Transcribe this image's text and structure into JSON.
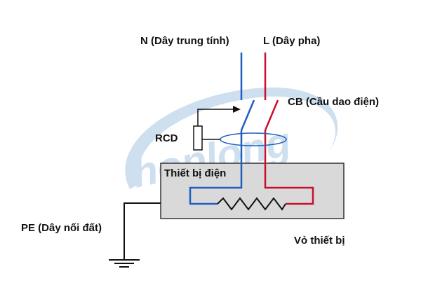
{
  "labels": {
    "neutral": "N (Dây trung tính)",
    "line": "L (Dây pha)",
    "breaker": "CB (Cầu dao điện)",
    "rcd": "RCD",
    "device": "Thiết bị điện",
    "earth": "PE (Dây nối đất)",
    "enclosure": "Vỏ thiết bị"
  },
  "watermark": {
    "text": "hoplong",
    "icon": "swoosh-logo"
  },
  "colors": {
    "neutral_wire": "#1f5fbf",
    "line_wire": "#c8102e",
    "enclosure_fill": "#d9d9d9",
    "enclosure_stroke": "#333333",
    "watermark": "#c9dcef",
    "wire_black": "#111111"
  }
}
